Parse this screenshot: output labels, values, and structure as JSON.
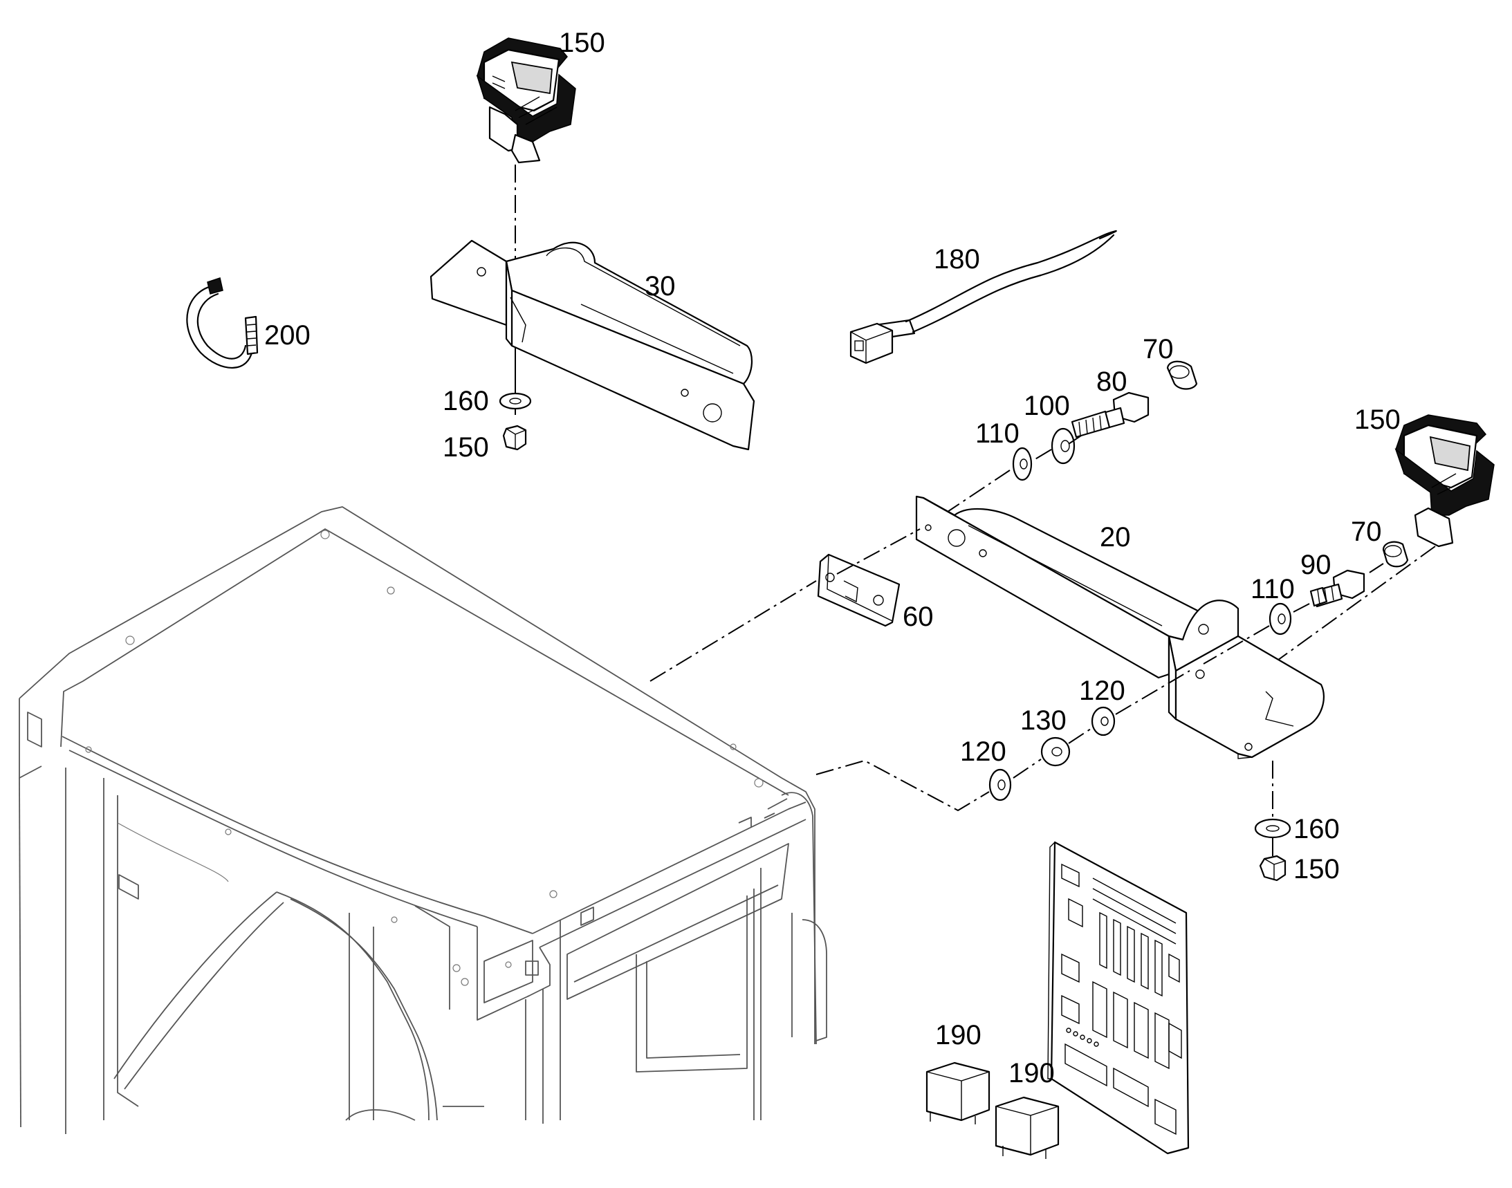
{
  "diagram": {
    "type": "exploded-parts-diagram",
    "callouts": [
      {
        "id": "c150a",
        "text": "150"
      },
      {
        "id": "c30",
        "text": "30"
      },
      {
        "id": "c200",
        "text": "200"
      },
      {
        "id": "c160a",
        "text": "160"
      },
      {
        "id": "c150b",
        "text": "150"
      },
      {
        "id": "c180",
        "text": "180"
      },
      {
        "id": "c70a",
        "text": "70"
      },
      {
        "id": "c80",
        "text": "80"
      },
      {
        "id": "c100",
        "text": "100"
      },
      {
        "id": "c110a",
        "text": "110"
      },
      {
        "id": "c150c",
        "text": "150"
      },
      {
        "id": "c20",
        "text": "20"
      },
      {
        "id": "c70b",
        "text": "70"
      },
      {
        "id": "c90",
        "text": "90"
      },
      {
        "id": "c110b",
        "text": "110"
      },
      {
        "id": "c60",
        "text": "60"
      },
      {
        "id": "c120a",
        "text": "120"
      },
      {
        "id": "c130",
        "text": "130"
      },
      {
        "id": "c120b",
        "text": "120"
      },
      {
        "id": "c160b",
        "text": "160"
      },
      {
        "id": "c150d",
        "text": "150"
      },
      {
        "id": "c190a",
        "text": "190"
      },
      {
        "id": "c190b",
        "text": "190"
      }
    ]
  }
}
